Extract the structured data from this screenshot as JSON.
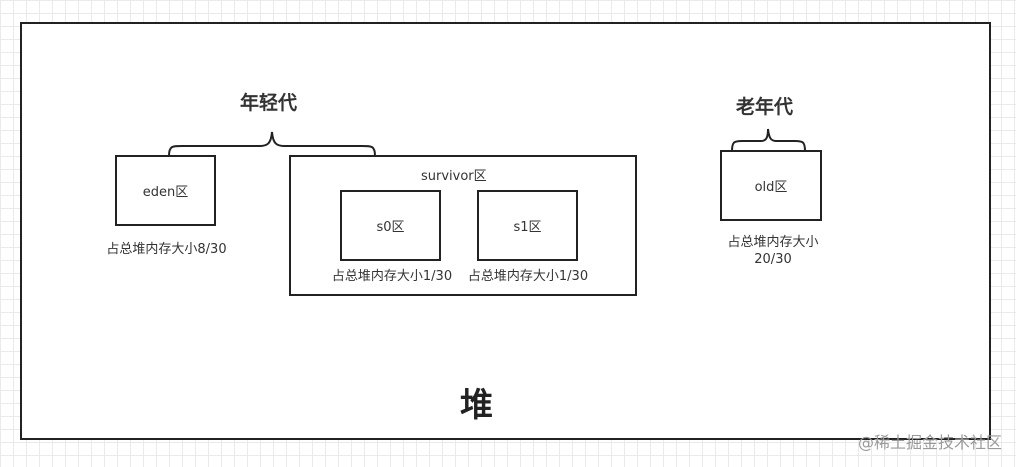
{
  "heap": {
    "title": "堆"
  },
  "young_generation": {
    "title": "年轻代",
    "eden": {
      "label": "eden区",
      "caption": "占总堆内存大小8/30"
    },
    "survivor": {
      "label": "survivor区",
      "s0": {
        "label": "s0区",
        "caption": "占总堆内存大小1/30"
      },
      "s1": {
        "label": "s1区",
        "caption": "占总堆内存大小1/30"
      }
    }
  },
  "old_generation": {
    "title": "老年代",
    "old": {
      "label": "old区",
      "caption_line1": "占总堆内存大小",
      "caption_line2": "20/30"
    }
  },
  "watermark": "@稀土掘金技术社区",
  "colors": {
    "stroke": "#222222",
    "text": "#333333",
    "grid": "#eaeaea"
  }
}
